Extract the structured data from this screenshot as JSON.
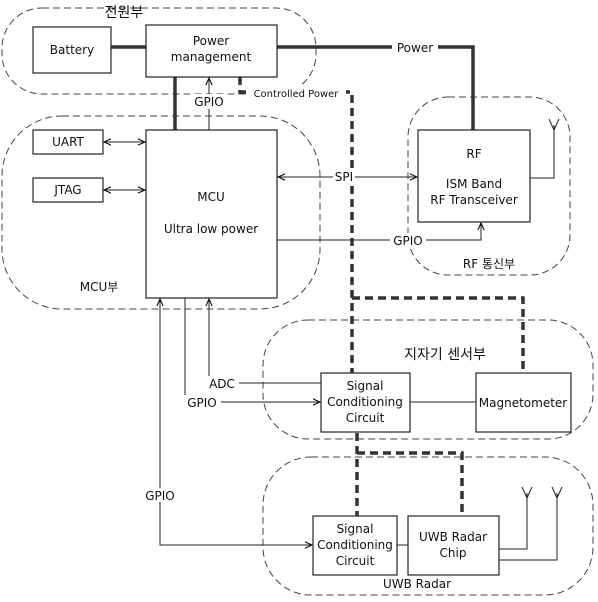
{
  "groups": {
    "power": "전원부",
    "mcu": "MCU부",
    "rf": "RF 통신부",
    "geomag": "지자기 센서부",
    "uwb": "UWB Radar"
  },
  "blocks": {
    "battery": "Battery",
    "power_mgmt_1": "Power",
    "power_mgmt_2": "management",
    "uart": "UART",
    "jtag": "JTAG",
    "mcu_1": "MCU",
    "mcu_2": "Ultra low power",
    "rf_1": "RF",
    "rf_2": "ISM Band",
    "rf_3": "RF Transceiver",
    "scc1_1": "Signal",
    "scc1_2": "Conditioning",
    "scc1_3": "Circuit",
    "magnetometer": "Magnetometer",
    "scc2_1": "Signal",
    "scc2_2": "Conditioning",
    "scc2_3": "Circuit",
    "uwb_chip_1": "UWB Radar",
    "uwb_chip_2": "Chip"
  },
  "signals": {
    "power": "Power",
    "gpio_power": "GPIO",
    "controlled_power": "Controlled Power",
    "spi": "SPI",
    "gpio_rf": "GPIO",
    "adc": "ADC",
    "gpio_sensor": "GPIO",
    "gpio_uwb": "GPIO"
  }
}
